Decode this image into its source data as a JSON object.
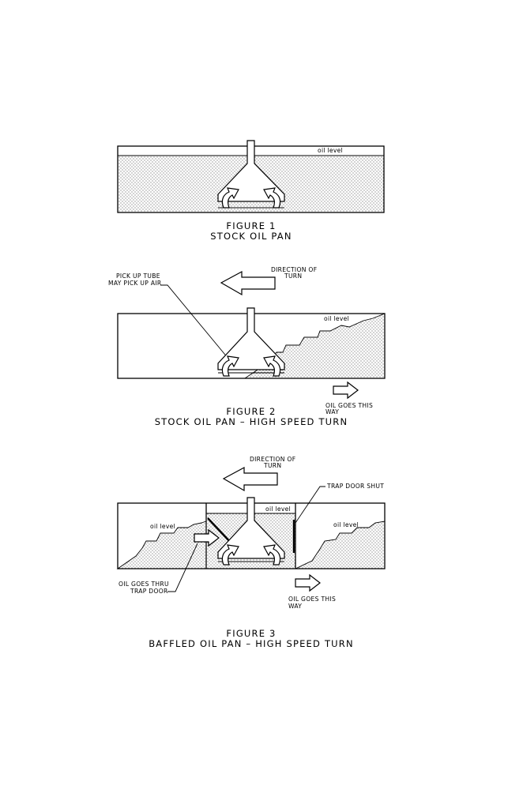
{
  "figures": [
    {
      "number": "FIGURE 1",
      "caption": "STOCK OIL PAN",
      "oil_level_label": "oil level"
    },
    {
      "number": "FIGURE 2",
      "caption": "STOCK OIL PAN – HIGH SPEED TURN",
      "oil_level_label": "oil level",
      "direction_label_1": "DIRECTION OF",
      "direction_label_2": "TURN",
      "pickup_label_1": "PICK UP TUBE",
      "pickup_label_2": "MAY PICK UP AIR",
      "oil_goes_1": "OIL GOES THIS",
      "oil_goes_2": "WAY"
    },
    {
      "number": "FIGURE 3",
      "caption": "BAFFLED OIL PAN – HIGH SPEED TURN",
      "oil_level_left": "oil level",
      "oil_level_center": "oil level",
      "oil_level_right": "oil level",
      "direction_label_1": "DIRECTION OF",
      "direction_label_2": "TURN",
      "trap_door_shut": "TRAP DOOR SHUT",
      "oil_thru_1": "OIL GOES THRU",
      "oil_thru_2": "TRAP DOOR",
      "oil_goes_1": "OIL GOES THIS",
      "oil_goes_2": "WAY"
    }
  ]
}
